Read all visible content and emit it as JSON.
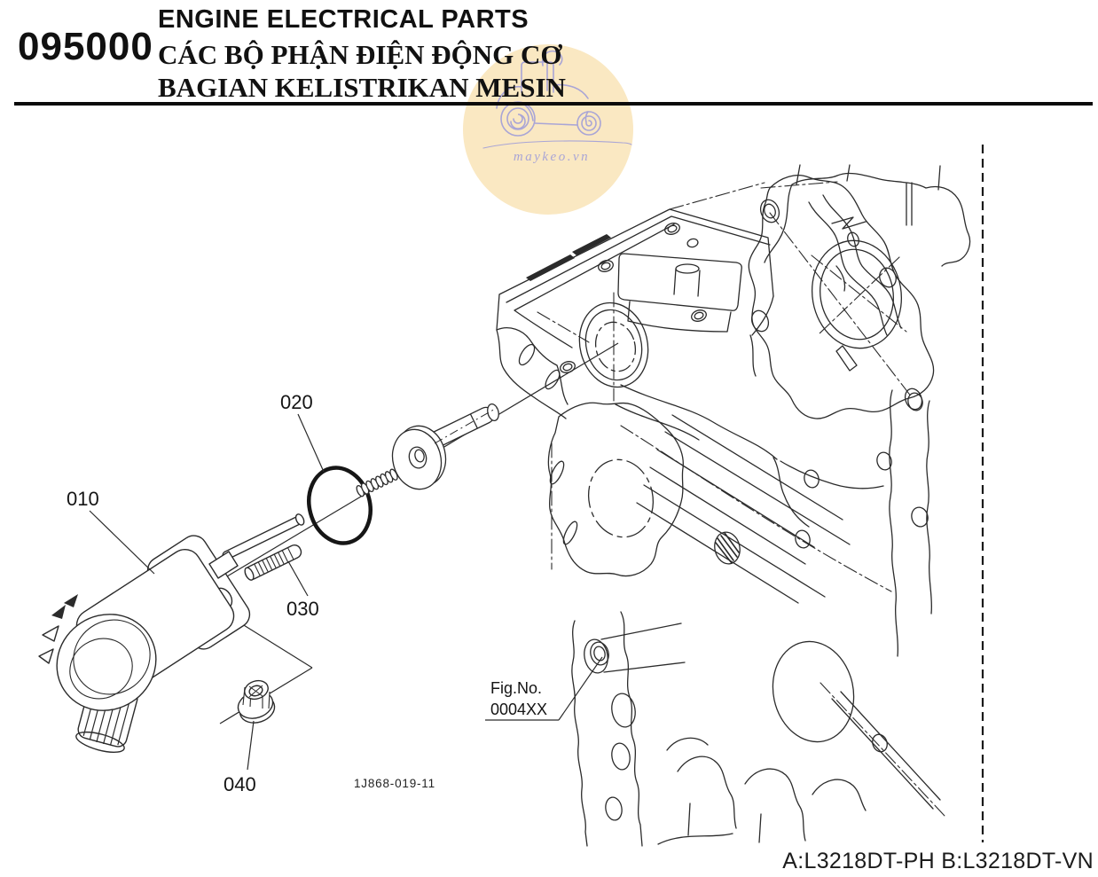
{
  "header": {
    "section_code": "095000",
    "title_en": "ENGINE ELECTRICAL PARTS",
    "title_vi": "CÁC BỘ PHẬN ĐIỆN ĐỘNG CƠ",
    "title_id": "BAGIAN KELISTRIKAN MESIN"
  },
  "watermark": {
    "site": "maykeo.vn",
    "circle_color": "#fae8c2",
    "line_color": "#a9a5d6",
    "icon": "tractor-icon"
  },
  "diagram": {
    "callouts": [
      {
        "label": "010"
      },
      {
        "label": "020"
      },
      {
        "label": "030"
      },
      {
        "label": "040"
      }
    ],
    "fig_label": "Fig.No.",
    "fig_value": "0004XX",
    "drawing_code": "1J868-019-11"
  },
  "footer": {
    "model_codes": "A:L3218DT-PH B:L3218DT-VN"
  },
  "colors": {
    "line": "#2b2b2b",
    "background": "#ffffff"
  }
}
